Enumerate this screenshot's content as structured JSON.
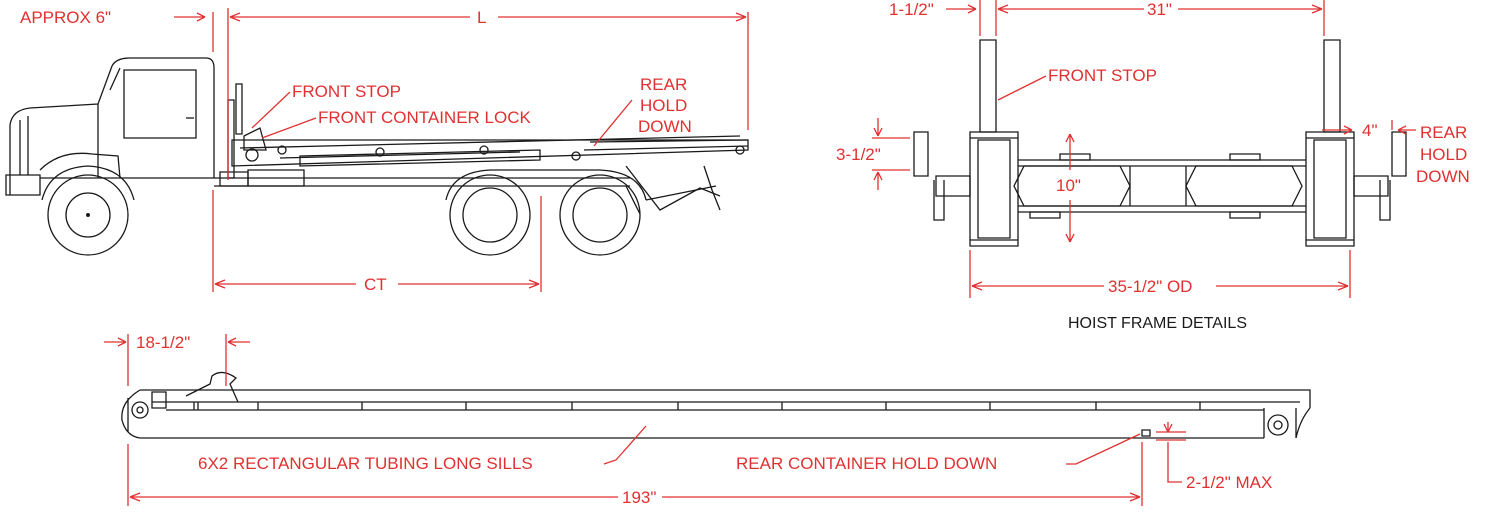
{
  "colors": {
    "dimension": "#e03131",
    "linework": "#1a1a1a",
    "background": "#ffffff"
  },
  "truck_view": {
    "approx_6": "APPROX 6\"",
    "length_L": "L",
    "front_stop": "FRONT STOP",
    "front_container_lock": "FRONT CONTAINER LOCK",
    "rear_hold_down": [
      "REAR",
      "HOLD",
      "DOWN"
    ],
    "ct": "CT"
  },
  "hoist_frame": {
    "dim_1_1_2": "1-1/2\"",
    "dim_31": "31\"",
    "front_stop": "FRONT STOP",
    "dim_4": "4\"",
    "rear_hold_down": [
      "REAR",
      "HOLD",
      "DOWN"
    ],
    "dim_3_1_2": "3-1/2\"",
    "dim_10": "10\"",
    "dim_od": "35-1/2\" OD",
    "caption": "HOIST FRAME DETAILS"
  },
  "sill_view": {
    "dim_18_1_2": "18-1/2\"",
    "long_sills": "6X2 RECTANGULAR TUBING LONG SILLS",
    "rear_container_hold_down": "REAR CONTAINER HOLD DOWN",
    "max_2_1_2": "2-1/2\" MAX",
    "dim_193": "193\""
  }
}
